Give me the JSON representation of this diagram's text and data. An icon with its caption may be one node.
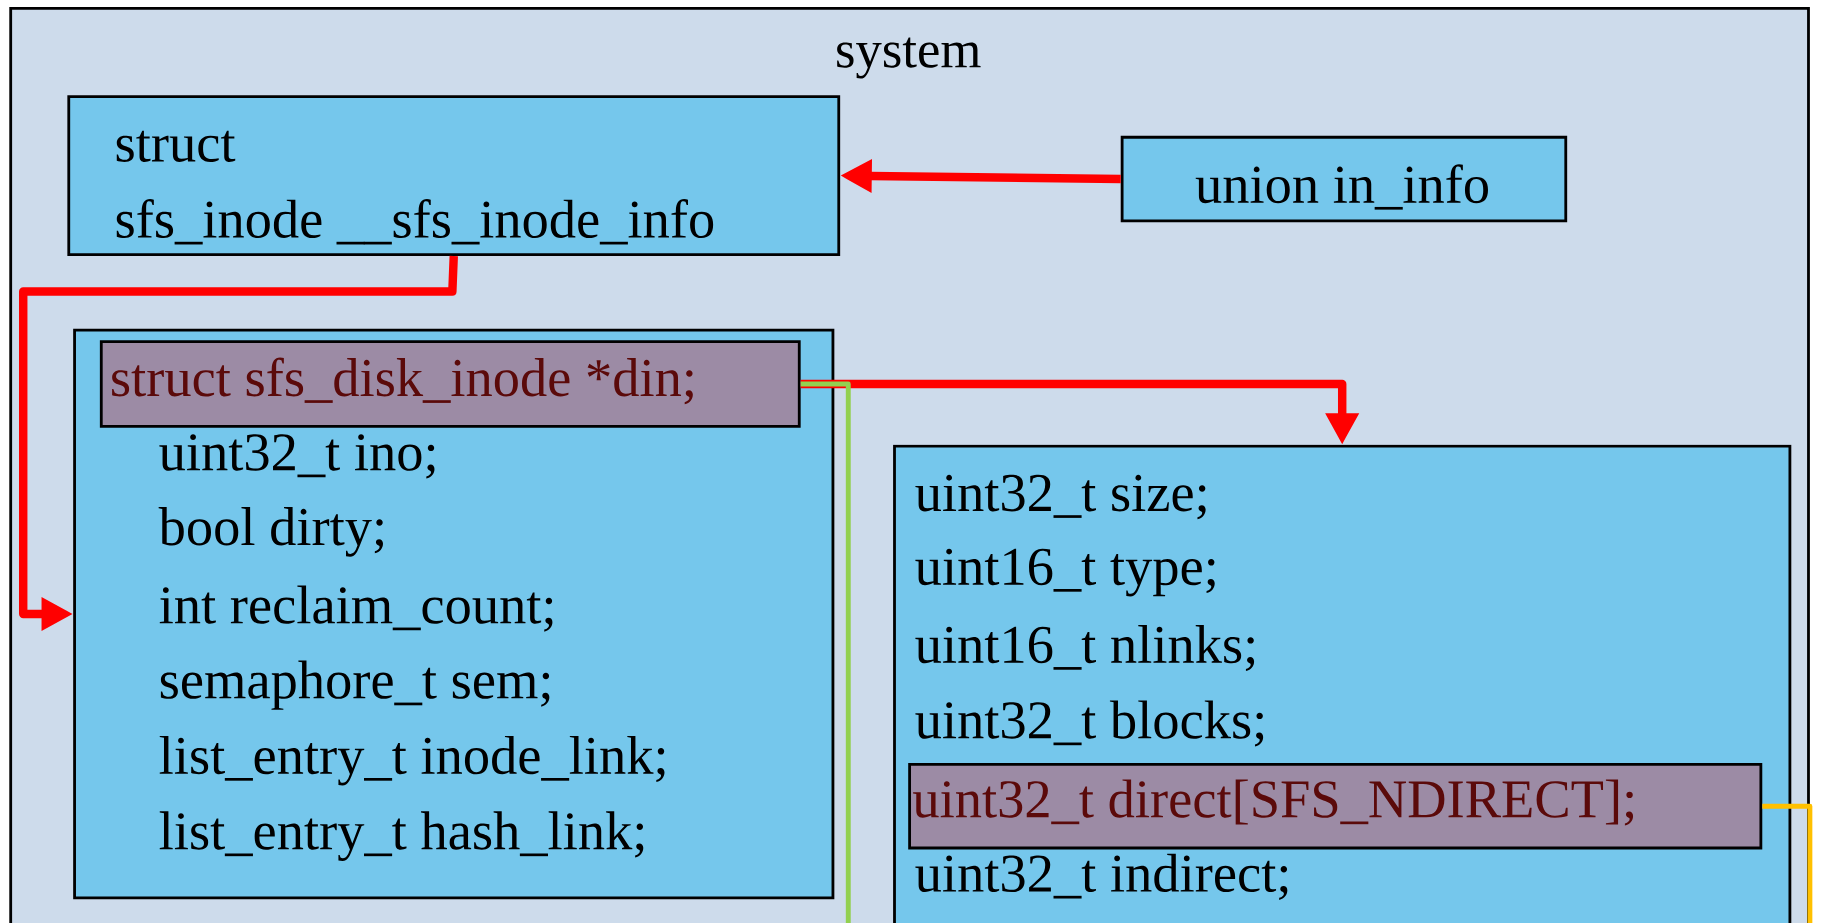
{
  "diagram": {
    "nodes": [
      {
        "text": [
          "system"
        ]
      },
      {
        "text": [
          "struct",
          "sfs_inode __sfs_inode_info"
        ],
        "in": 0
      },
      {
        "text": [
          "union in_info"
        ],
        "in": 0
      },
      {
        "text": [
          "uint32_t ino;",
          "bool dirty;",
          "int reclaim_count;",
          "semaphore_t sem;",
          "list_entry_t inode_link;",
          "list_entry_t hash_link;"
        ],
        "in": 0
      },
      {
        "text": [
          "struct sfs_disk_inode *din;"
        ],
        "in": 3
      },
      {
        "text": [
          "uint32_t size;",
          "uint16_t type;",
          "uint16_t nlinks;",
          "uint32_t blocks;",
          "uint32_t indirect;"
        ],
        "in": 0
      },
      {
        "text": [
          "uint32_t direct[SFS_NDIRECT];"
        ],
        "in": 5
      }
    ],
    "edges": [
      {
        "from": 2,
        "to": 1,
        "arrow": "to"
      },
      {
        "from": 1,
        "to": 3,
        "arrow": "to"
      },
      {
        "from": 4,
        "to": 5,
        "arrow": "to"
      },
      {
        "from": 4,
        "to": null,
        "arrow": "none",
        "color": "#92d050"
      },
      {
        "from": 6,
        "to": null,
        "arrow": "none",
        "color": "#ffc000"
      }
    ]
  }
}
